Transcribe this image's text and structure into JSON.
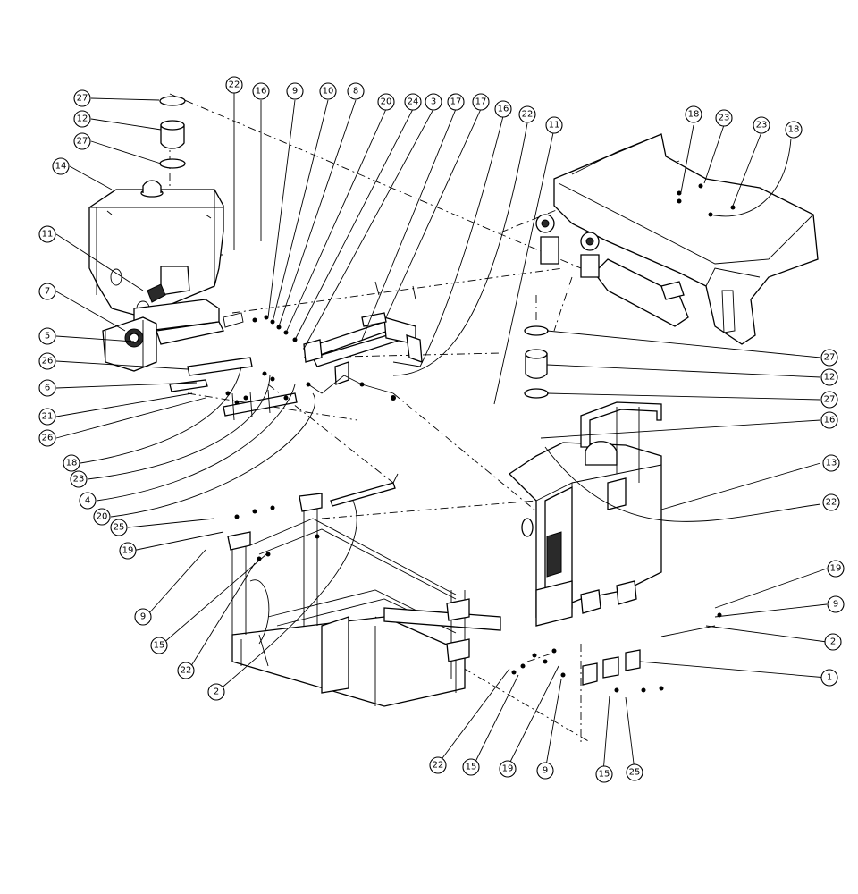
{
  "labels": [
    "27",
    "12",
    "27",
    "14",
    "11",
    "7",
    "5",
    "26",
    "6",
    "21",
    "26",
    "18",
    "23",
    "4",
    "20",
    "22",
    "16",
    "9",
    "10",
    "8",
    "20",
    "24",
    "3",
    "17",
    "17",
    "16",
    "22",
    "11",
    "18",
    "23",
    "23",
    "18",
    "27",
    "12",
    "27",
    "16",
    "13",
    "22",
    "25",
    "19",
    "9",
    "15",
    "22",
    "2",
    "19",
    "9",
    "2",
    "1",
    "22",
    "15",
    "19",
    "9",
    "15",
    "25"
  ]
}
